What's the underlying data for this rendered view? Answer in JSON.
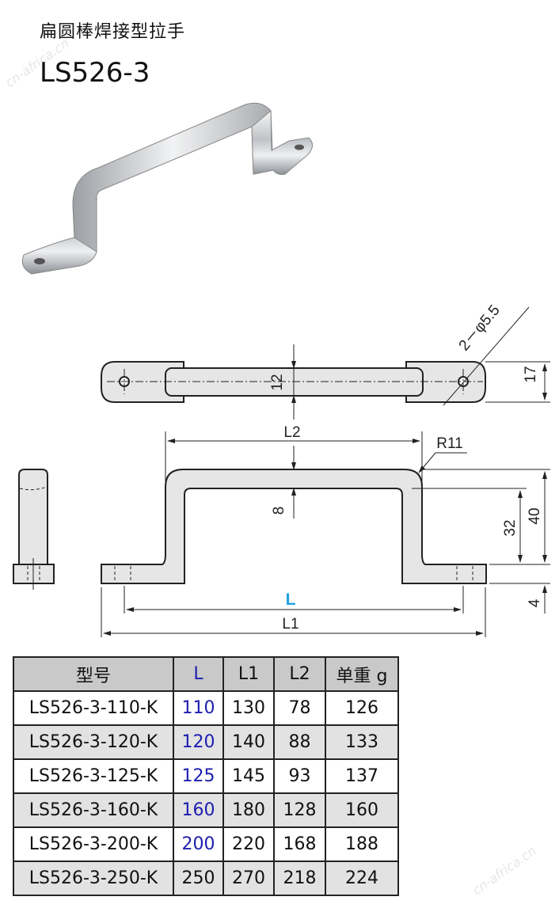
{
  "header": {
    "title_cn": "扁圆棒焊接型拉手",
    "model": "LS526-3"
  },
  "watermark": "cn-africa.cn",
  "drawing": {
    "dims": {
      "d12": "12",
      "d17": "17",
      "hole": "2－φ5.5",
      "L2": "L2",
      "R11": "R11",
      "d8": "8",
      "d32": "32",
      "d40": "40",
      "d4": "4",
      "L": "L",
      "L1": "L1"
    },
    "colors": {
      "L_label": "#1ea0e0",
      "part_fill": "#e6e6e6"
    }
  },
  "table": {
    "headers": [
      "型号",
      "L",
      "L1",
      "L2",
      "单重 g"
    ],
    "rows": [
      [
        "LS526-3-110-K",
        "110",
        "130",
        "78",
        "126"
      ],
      [
        "LS526-3-120-K",
        "120",
        "140",
        "88",
        "133"
      ],
      [
        "LS526-3-125-K",
        "125",
        "145",
        "93",
        "137"
      ],
      [
        "LS526-3-160-K",
        "160",
        "180",
        "128",
        "160"
      ],
      [
        "LS526-3-200-K",
        "200",
        "220",
        "168",
        "188"
      ],
      [
        "LS526-3-250-K",
        "250",
        "270",
        "218",
        "224"
      ]
    ],
    "colors": {
      "L_column": "#1d1db0",
      "header_bg": "#c9c9c9",
      "alt_row_bg": "#e2e2e2"
    }
  }
}
